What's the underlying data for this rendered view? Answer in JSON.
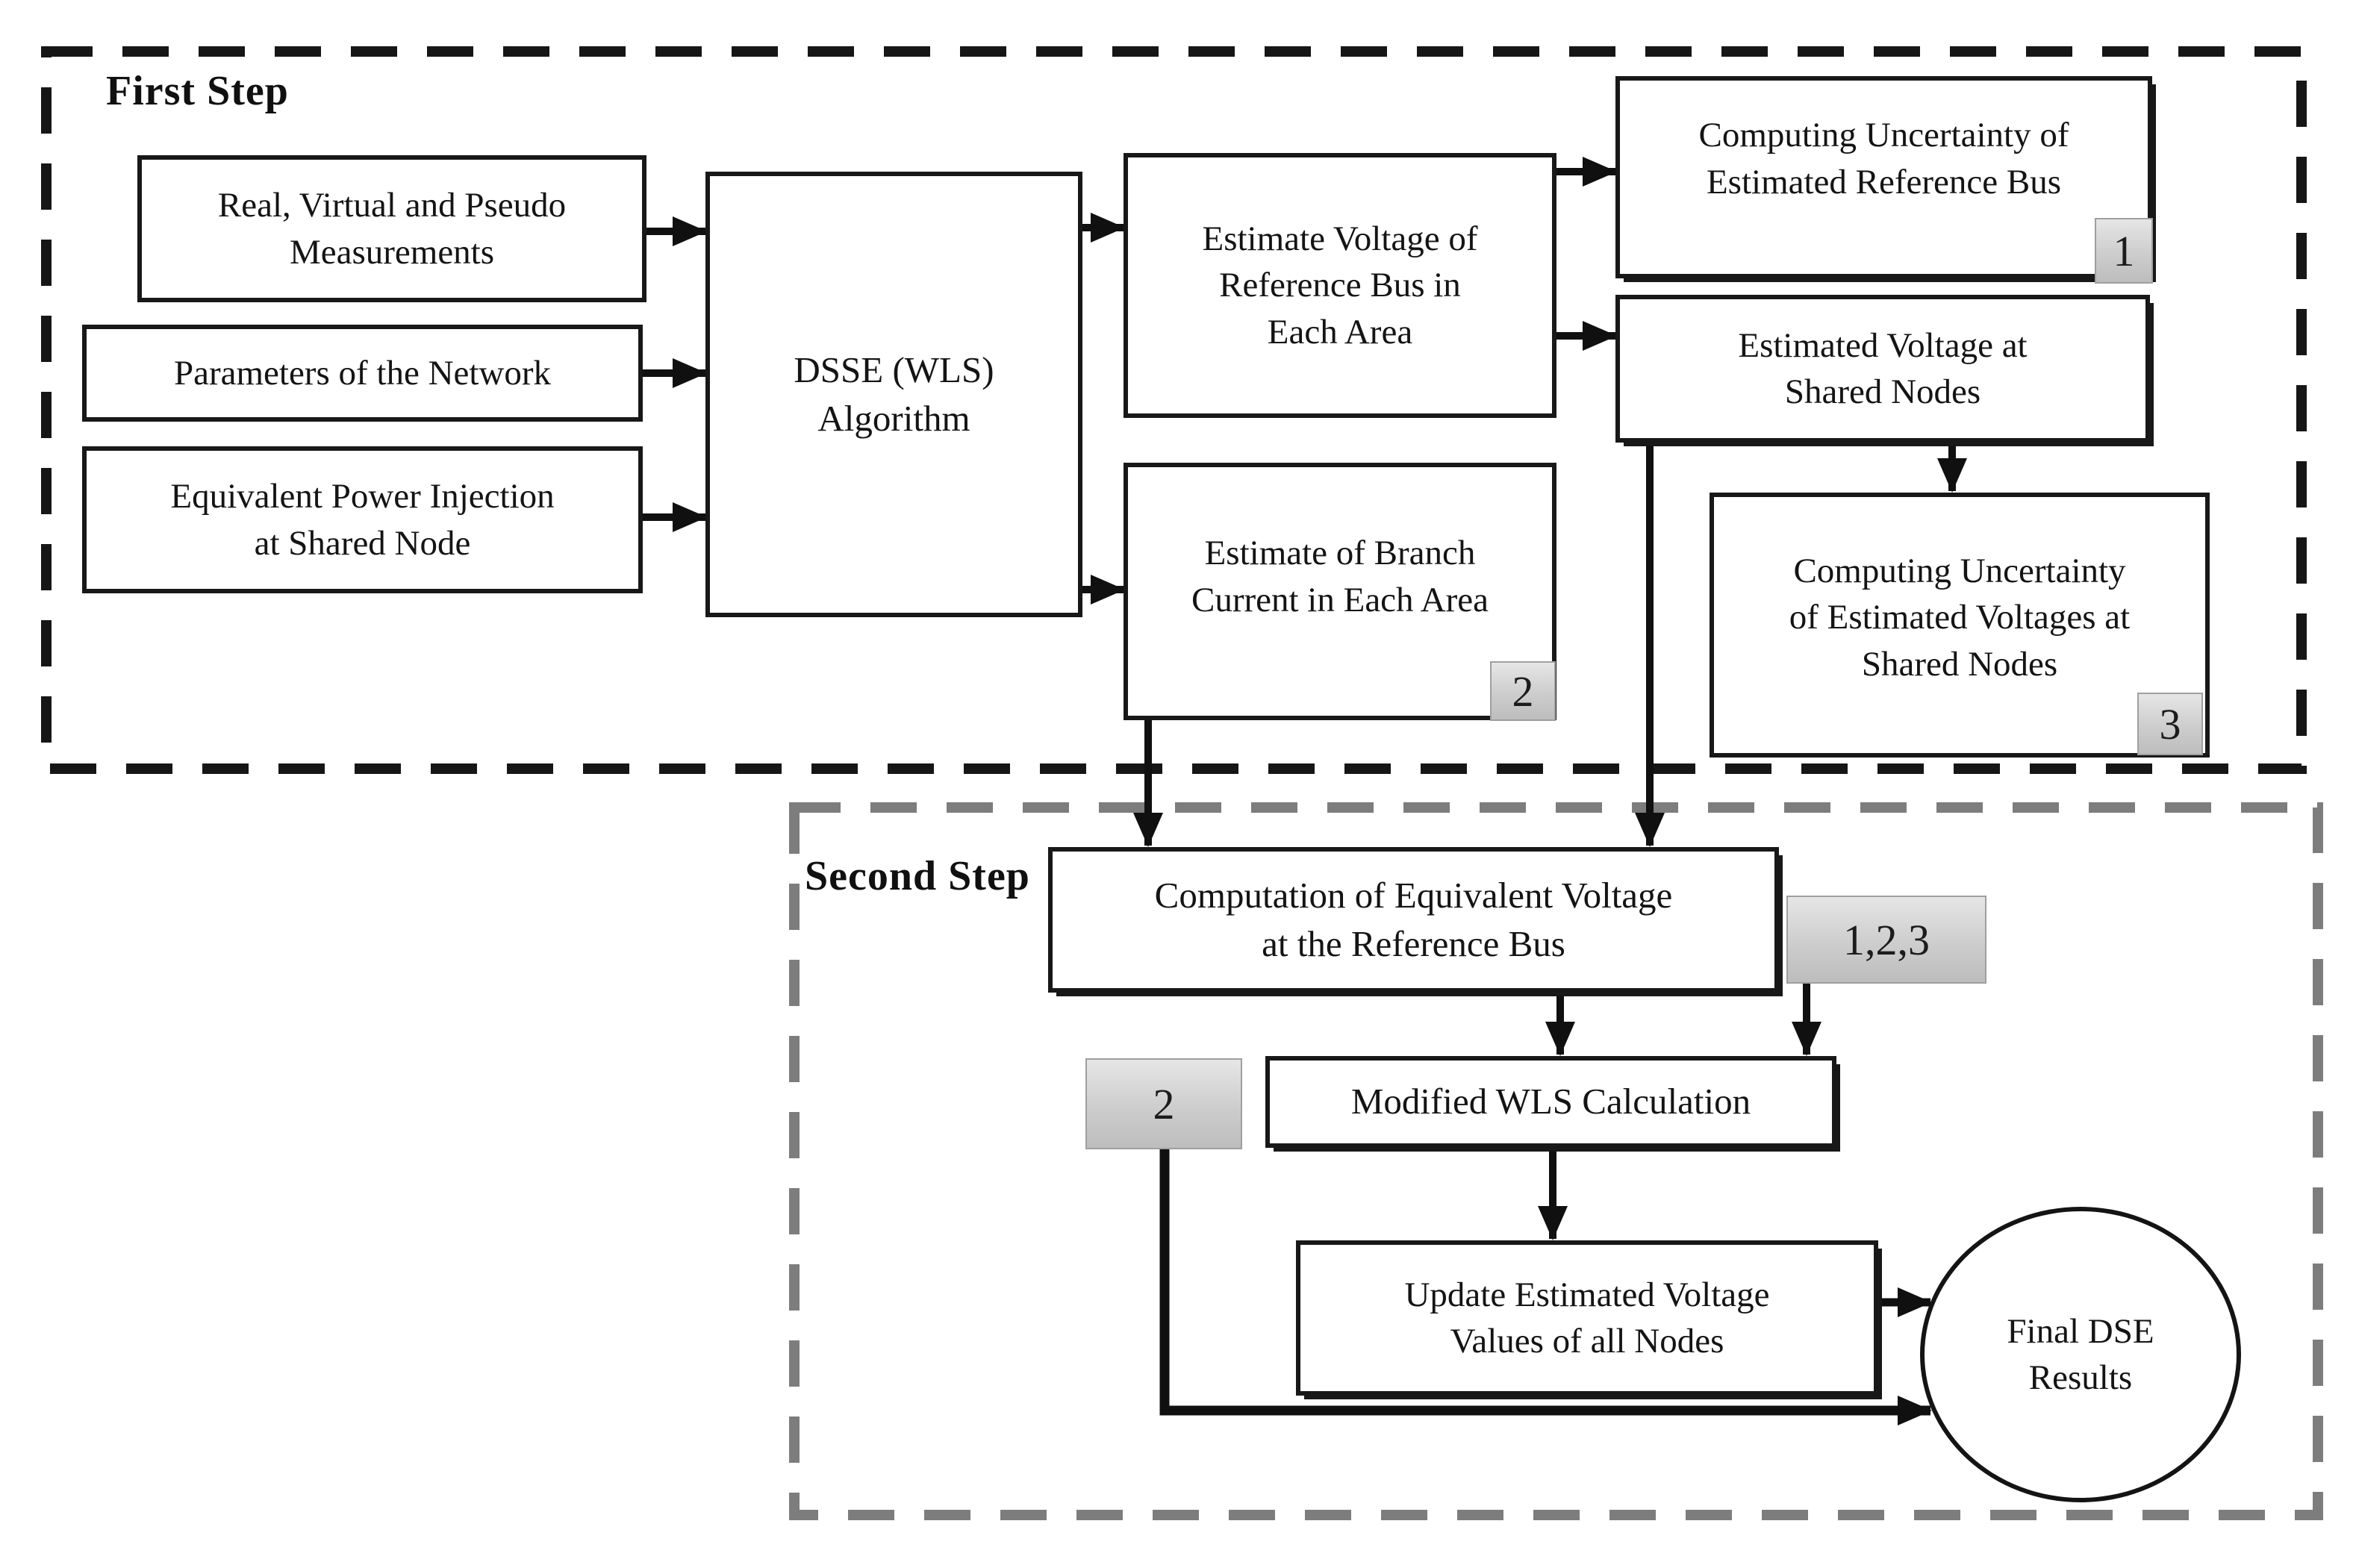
{
  "colors": {
    "line": "#101010",
    "box_border": "#181818",
    "first_step_border": "#161616",
    "second_step_border": "#7d7d7d",
    "badge_fill": "#cdcdcd",
    "background": "#ffffff"
  },
  "first_step": {
    "label": "First Step",
    "boxes": {
      "measurements": {
        "text": "Real, Virtual and Pseudo\nMeasurements"
      },
      "parameters": {
        "text": "Parameters of the Network"
      },
      "power_injection": {
        "text": "Equivalent Power Injection\nat Shared Node"
      },
      "dsse": {
        "text": "DSSE (WLS)\nAlgorithm"
      },
      "estimate_voltage_ref": {
        "text": "Estimate Voltage of\nReference Bus in\nEach Area"
      },
      "estimate_branch": {
        "text": "Estimate of Branch\nCurrent in Each Area",
        "badge": "2"
      },
      "uncertainty_ref": {
        "text": "Computing Uncertainty of\nEstimated Reference Bus",
        "badge": "1"
      },
      "voltage_shared": {
        "text": "Estimated Voltage at\nShared Nodes"
      },
      "uncertainty_shared": {
        "text": "Computing Uncertainty\nof Estimated Voltages at\nShared Nodes",
        "badge": "3"
      }
    }
  },
  "second_step": {
    "label": "Second Step",
    "badges": {
      "combined": "1,2,3",
      "branch": "2"
    },
    "boxes": {
      "computation_eq_voltage": {
        "text": "Computation of Equivalent Voltage\nat the Reference Bus"
      },
      "modified_wls": {
        "text": "Modified WLS Calculation"
      },
      "update_voltage": {
        "text": "Update Estimated Voltage\nValues of all Nodes"
      },
      "final_results": {
        "text": "Final DSE\nResults"
      }
    }
  }
}
